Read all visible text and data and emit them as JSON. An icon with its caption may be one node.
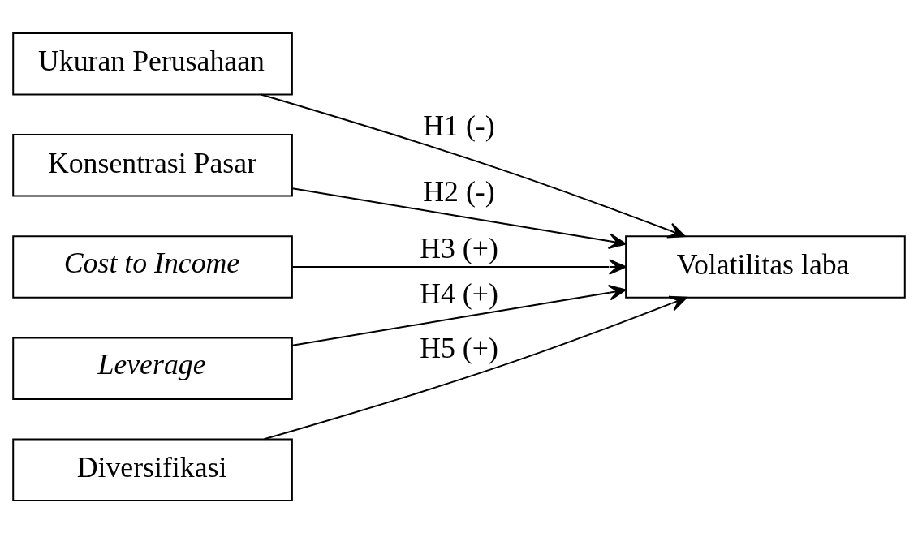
{
  "diagram": {
    "nodes": [
      {
        "text": [
          "Ukuran Perusahaan"
        ]
      },
      {
        "text": [
          "Konsentrasi Pasar"
        ]
      },
      {
        "text": [
          "Cost to Income"
        ]
      },
      {
        "text": [
          "Leverage"
        ]
      },
      {
        "text": [
          "Diversifikasi"
        ]
      },
      {
        "text": [
          "Volatilitas laba"
        ]
      }
    ],
    "edges": [
      {
        "from": 0,
        "to": 5,
        "arrow": "to",
        "label": "H1 (-)"
      },
      {
        "from": 1,
        "to": 5,
        "arrow": "to",
        "label": "H2 (-)"
      },
      {
        "from": 2,
        "to": 5,
        "arrow": "to",
        "label": "H3 (+)"
      },
      {
        "from": 3,
        "to": 5,
        "arrow": "to",
        "label": "H4 (+)"
      },
      {
        "from": 4,
        "to": 5,
        "arrow": "to",
        "label": "H5 (+)"
      }
    ]
  }
}
